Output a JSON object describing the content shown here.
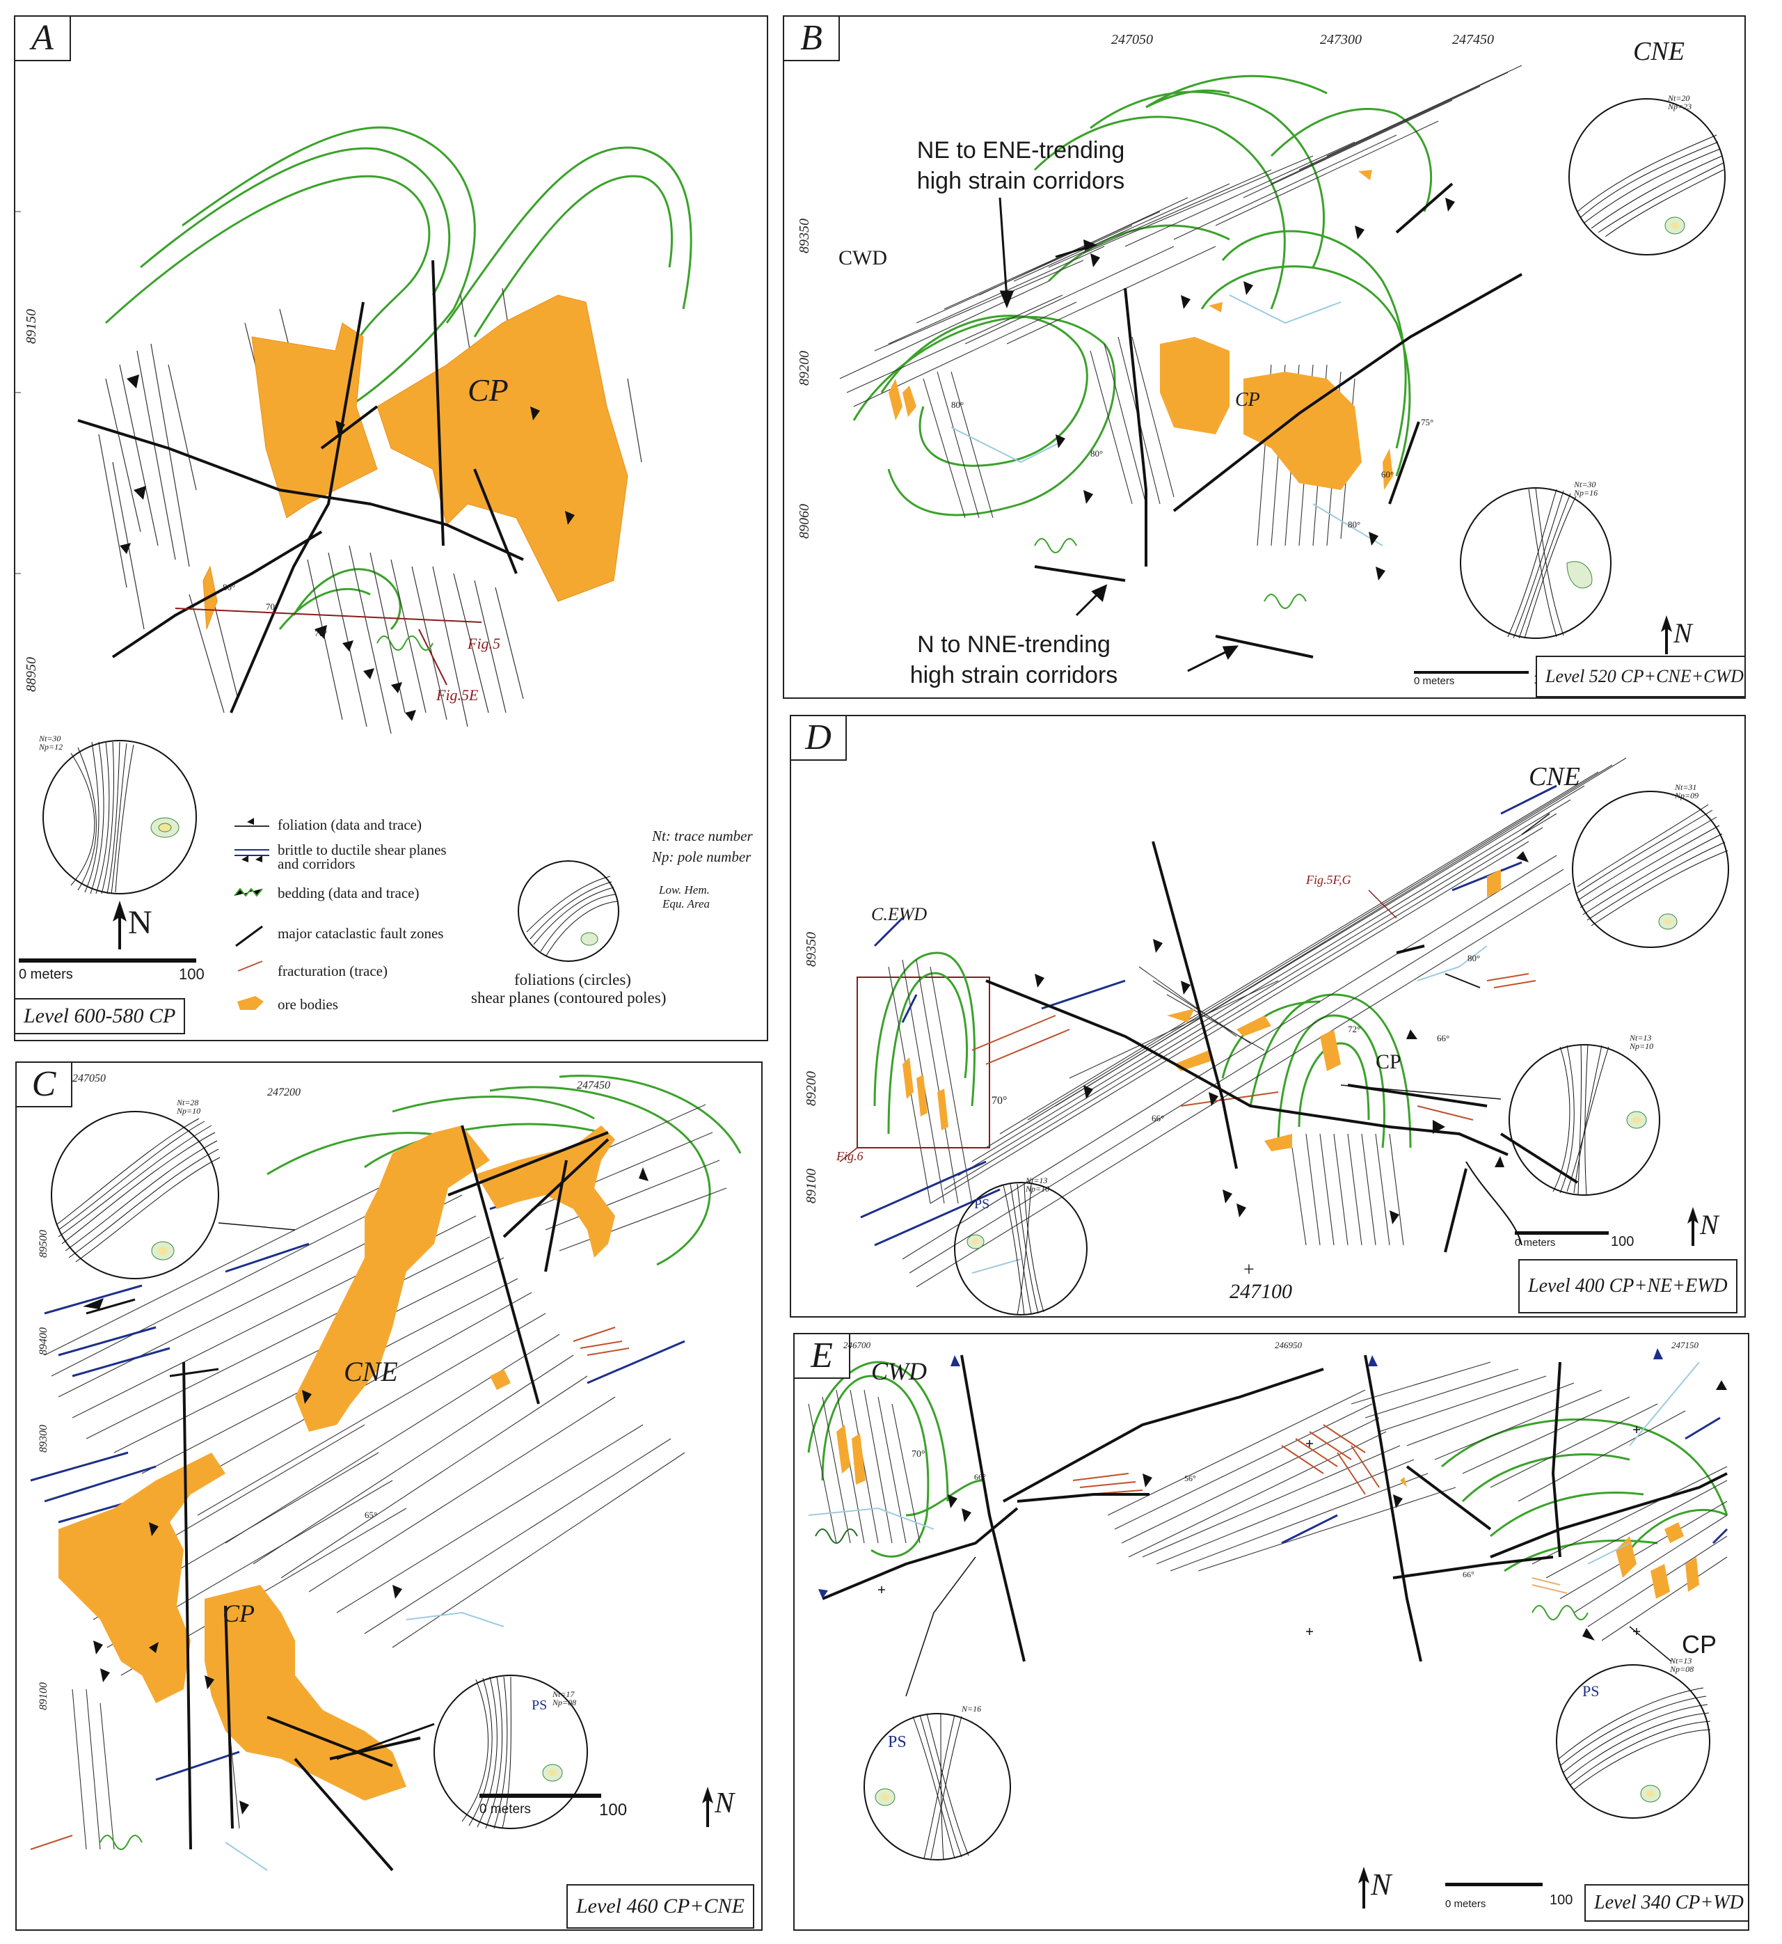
{
  "colors": {
    "ore": "#f5a830",
    "fold": "#3aa22a",
    "fault": "#111111",
    "shear": "#1c2f8a",
    "fracture": "#c0502a",
    "foliation": "#333333",
    "figref": "#8b1a1a",
    "water": "#9ccbe0"
  },
  "panels": {
    "A": {
      "label": "A",
      "coords_v": [
        "89150",
        "88950"
      ],
      "deposit": "CP",
      "figrefs": [
        "Fig.5",
        "Fig.5E"
      ],
      "dips": [
        "80°",
        "70°",
        "70°"
      ],
      "stereo": {
        "nt": "Nt=30",
        "np": "Np=12"
      },
      "scale": {
        "start": "0 meters",
        "end": "100"
      },
      "north": "N",
      "level": "Level   600-580 CP",
      "legend": {
        "items": [
          "foliation (data and trace)",
          "brittle to ductile shear planes",
          "and corridors",
          "bedding (data and trace)",
          "major cataclastic fault zones",
          "fracturation (trace)",
          "ore bodies"
        ],
        "nt_note": "Nt: trace number",
        "np_note": "Np: pole number",
        "proj1": "Low. Hem.",
        "proj2": "Equ. Area",
        "cap1": "foliations (circles)",
        "cap2": "shear planes (contoured poles)"
      }
    },
    "B": {
      "label": "B",
      "coords_h": [
        "247050",
        "247300",
        "247450"
      ],
      "coords_v": [
        "89350",
        "89200",
        "89060"
      ],
      "deposits": [
        "CNE",
        "CWD",
        "CP"
      ],
      "annot1": [
        "NE to ENE-trending",
        "high strain corridors"
      ],
      "annot2": [
        "N to NNE-trending",
        "high strain corridors"
      ],
      "dips": [
        "80°",
        "80°",
        "75°",
        "60°",
        "80°"
      ],
      "stereo1": {
        "nt": "Nt=20",
        "np": "Np=23"
      },
      "stereo2": {
        "nt": "Nt=30",
        "np": "Np=16"
      },
      "scale": {
        "start": "0 meters",
        "end": "100"
      },
      "north": "N",
      "level": "Level  520  CP+CNE+CWD"
    },
    "C": {
      "label": "C",
      "coords_h": [
        "247050",
        "247200",
        "247450"
      ],
      "coords_v": [
        "89500",
        "89400",
        "89300",
        "89100"
      ],
      "deposits": [
        "CNE",
        "CP"
      ],
      "dips": [
        "65°"
      ],
      "stereo1": {
        "nt": "Nt=28",
        "np": "Np=10"
      },
      "stereo2": {
        "nt": "Nt=17",
        "np": "Np=08",
        "tag": "PS"
      },
      "scale": {
        "start": "0 meters",
        "end": "100"
      },
      "north": "N",
      "level": "Level   460    CP+CNE"
    },
    "D": {
      "label": "D",
      "coords_v": [
        "89350",
        "89200",
        "89100"
      ],
      "coord_bottom": "247100",
      "deposits": [
        "CNE",
        "C.EWD",
        "CP"
      ],
      "figrefs": [
        "Fig.5F,G",
        "Fig.6"
      ],
      "dips": [
        "72°",
        "66°",
        "70°",
        "66°",
        "80°"
      ],
      "stereo1": {
        "nt": "Nt=31",
        "np": "Np=09"
      },
      "stereo2": {
        "nt": "Nt=13",
        "np": "Np=10"
      },
      "stereo3": {
        "nt": "Nt=13",
        "np": "Np=10",
        "tag": "PS"
      },
      "scale": {
        "start": "0 meters",
        "end": "100"
      },
      "north": "N",
      "level": "Level 400 CP+NE+EWD"
    },
    "E": {
      "label": "E",
      "coords_h": [
        "246700",
        "246950",
        "247150"
      ],
      "deposits": [
        "CWD",
        "CP"
      ],
      "dips": [
        "70°",
        "66°",
        "56°",
        "66°"
      ],
      "stereo1": {
        "nt": "N=16",
        "tag": "PS"
      },
      "stereo2": {
        "nt": "Nt=13",
        "np": "Np=08",
        "tag": "PS"
      },
      "scale": {
        "start": "0 meters",
        "end": "100"
      },
      "north": "N",
      "level": "Level  340 CP+WD"
    }
  }
}
